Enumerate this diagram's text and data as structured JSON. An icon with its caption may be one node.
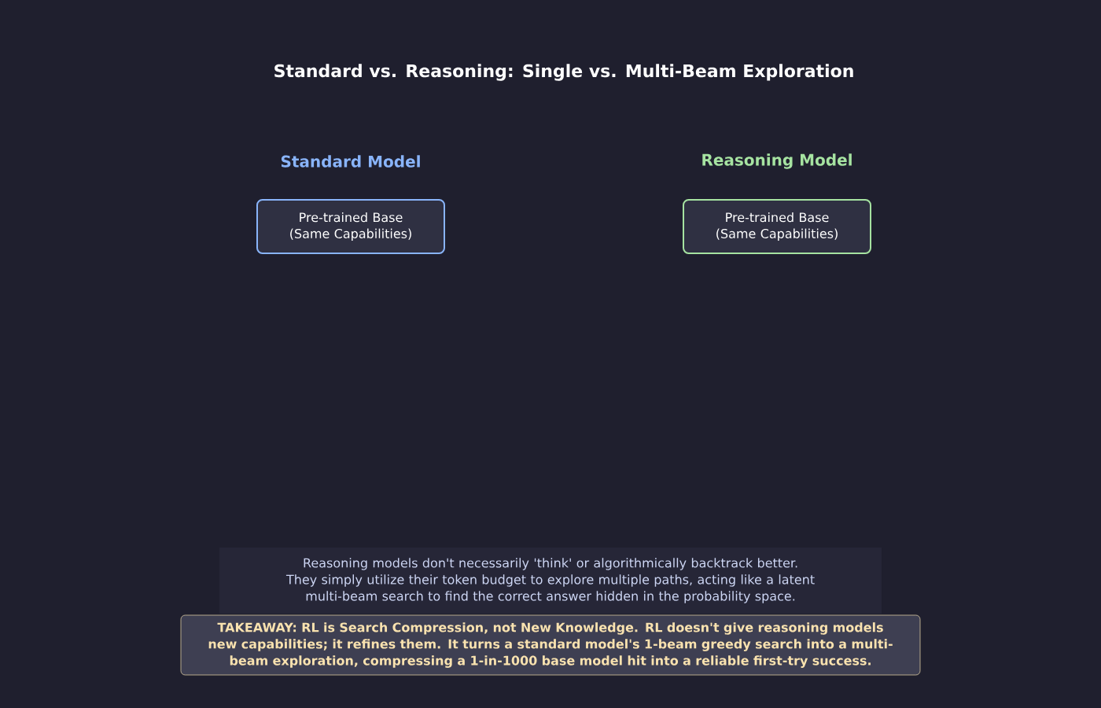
{
  "diagram": {
    "title": "Standard vs. Reasoning: Single vs. Multi-Beam Exploration",
    "nodes": [
      {
        "text": [
          "Pre-trained Base (Same Capabilities)"
        ]
      },
      {
        "text": [
          "Pre-trained Base (Same Capabilities)"
        ]
      },
      {
        "text": [
          "Reasoning models don't necessarily 'think' or algorithmically backtrack better. They simply utilize their token budget to explore multiple paths, acting like a latent multi-beam search to find the correct answer hidden in the probability space."
        ]
      },
      {
        "text": [
          "TAKEAWAY: RL is Search Compression, not New Knowledge. RL doesn't give reasoning models new capabilities; it refines them. It turns a standard model's 1-beam greedy search into a multi-beam exploration, compressing a 1-in-1000 base model hit into a reliable first-try success."
        ]
      }
    ],
    "labels": [
      "Standard Model",
      "Reasoning Model"
    ]
  }
}
